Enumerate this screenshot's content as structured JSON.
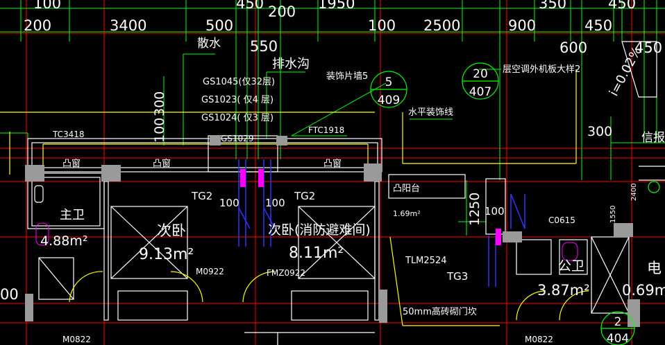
{
  "dims_top": [
    "100",
    "450",
    "200",
    "1950",
    "350",
    "450"
  ],
  "dims_row2": [
    "200",
    "3400",
    "500",
    "550",
    "100",
    "2500",
    "900",
    "450",
    "600",
    "450"
  ],
  "labels": {
    "sanshui": "散水",
    "paishuigou": "排水沟",
    "gs1045": "GS1045(仅32层)",
    "gs1023": "GS1023(  仅4 层)",
    "gs1024": "GS1024(  仅3 层)",
    "zhuangshi": "装饰片墙5",
    "shuiping": "水平装饰线",
    "kongtiao": "层空调外机板大样2",
    "tc3418": "TC3418",
    "gs1029": "GS1029",
    "ftc1918": "FTC1918",
    "tuchuang1": "凸窗",
    "tuchuang2": "凸窗",
    "tuchuang3": "凸窗",
    "tuyangtai": "凸阳台",
    "tuyangtai_area": "1.69m²",
    "tg2a": "TG2",
    "tg2b": "TG2",
    "d100a": "100",
    "d100b": "100",
    "d1250": "1250",
    "d100c": "100",
    "d300a": "300",
    "d100d": "100",
    "d300b": "300",
    "d2400": "2400",
    "xinbao": "信报",
    "c0615": "C0615",
    "zhuwei": "主卫",
    "zhuwei_area": "4.88m²",
    "ciwo1": "次卧",
    "ciwo1_area": "9.13m²",
    "ciwo2": "次卧(消防避难间)",
    "ciwo2_area": "8.11m²",
    "m0922": "M0922",
    "fmz0922": "FMZ0922",
    "tlm2524": "TLM2524",
    "tg3": "TG3",
    "zhuanmenkan": "50mm高砖砌门坎",
    "gongwei": "公卫",
    "gongwei_area": "3.87m²",
    "dian": "电",
    "dian_area": "0.69m",
    "m0822a": "M0822",
    "m0822b": "M0822",
    "d00": "00",
    "bubble1_top": "5",
    "bubble1_bot": "409",
    "bubble2_top": "20",
    "bubble2_bot": "407",
    "bubble3_top": "2",
    "bubble3_bot": "404",
    "slope": "i=0.02%",
    "d1550": "1550"
  },
  "colors": {
    "background": "#000000",
    "grid_red": "#ff0000",
    "green": "#00ff00",
    "yellow": "#ffff00",
    "white": "#ffffff",
    "magenta": "#ff00ff",
    "blue": "#3333ff",
    "wall_gray": "#9a9a9a",
    "cyan": "#00ffff"
  }
}
